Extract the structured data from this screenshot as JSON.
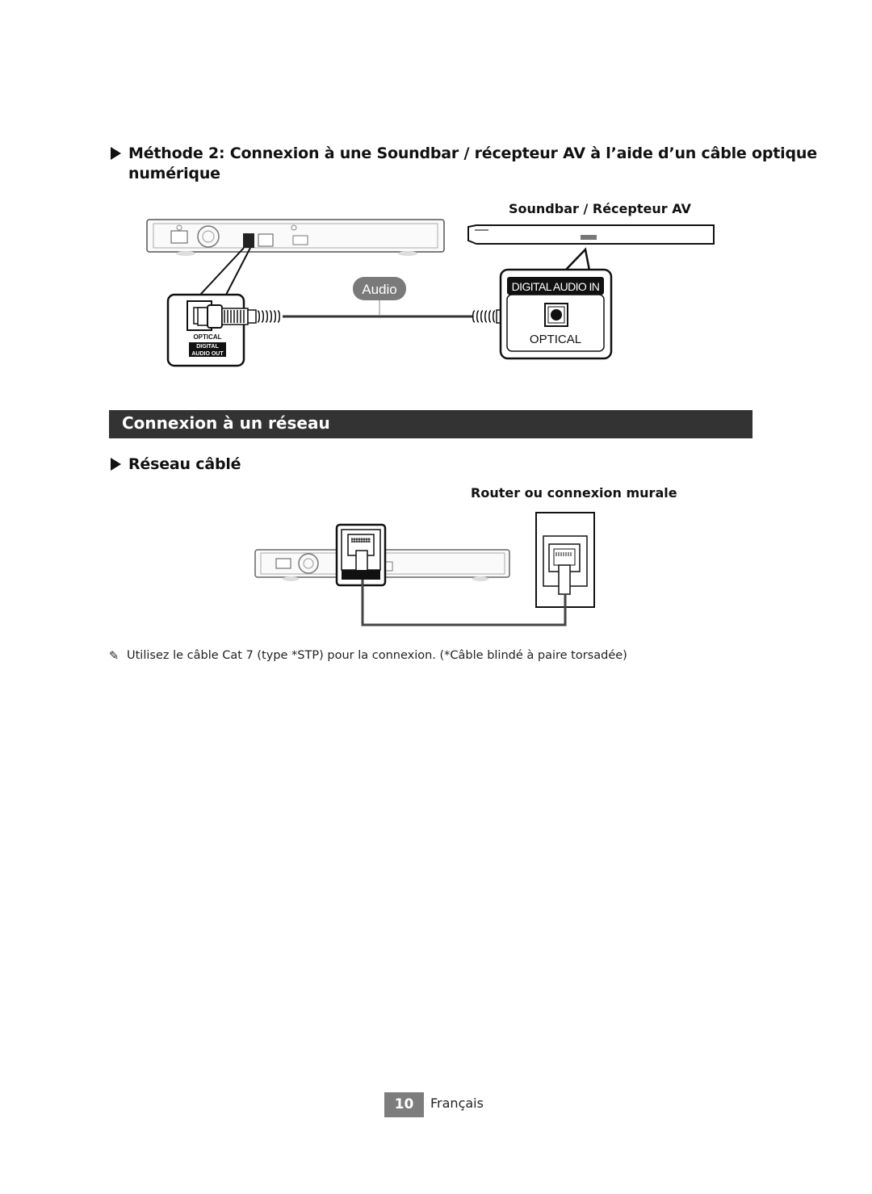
{
  "method2": {
    "heading_line1": "Méthode 2: Connexion à une Soundbar / récepteur AV à l’aide d’un câble optique",
    "heading_line2": "numérique",
    "soundbar_caption": "Soundbar / Récepteur AV",
    "audio_label": "Audio",
    "digital_audio_in": "DIGITAL AUDIO IN",
    "optical_label": "OPTICAL",
    "player_port_optical": "OPTICAL",
    "player_port_digital": "DIGITAL",
    "player_port_audio_out": "AUDIO OUT"
  },
  "network_section": {
    "title": "Connexion à un réseau",
    "subheading": "Réseau câblé",
    "router_caption": "Router ou connexion murale",
    "note": "Utilisez le câble Cat 7 (type *STP) pour la connexion. (*Câble blindé à paire torsadée)"
  },
  "footer": {
    "page_number": "10",
    "language": "Français"
  }
}
